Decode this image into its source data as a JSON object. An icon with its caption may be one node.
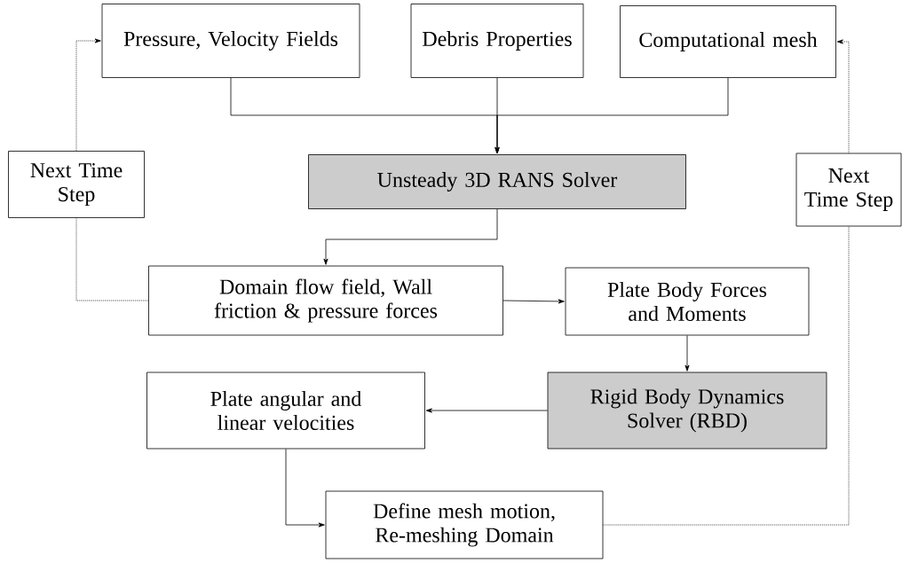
{
  "diagram": {
    "nodes": [
      {
        "text": [
          "Pressure, Velocity Fields"
        ]
      },
      {
        "text": [
          "Debris Properties"
        ]
      },
      {
        "text": [
          "Computational mesh"
        ]
      },
      {
        "text": [
          "Next Time Step"
        ]
      },
      {
        "text": [
          "Unsteady 3D RANS Solver"
        ]
      },
      {
        "text": [
          "Next Time Step"
        ]
      },
      {
        "text": [
          "Domain flow field, Wall friction & pressure forces"
        ]
      },
      {
        "text": [
          "Plate Body Forces and Moments"
        ]
      },
      {
        "text": [
          "Plate angular and linear velocities"
        ]
      },
      {
        "text": [
          "Rigid Body Dynamics Solver (RBD)"
        ]
      },
      {
        "text": [
          "Define mesh motion, Re-meshing Domain"
        ]
      }
    ],
    "edges": [
      {
        "from": 0,
        "to": 4,
        "arrow": "to"
      },
      {
        "from": 1,
        "to": 4,
        "arrow": "to"
      },
      {
        "from": 2,
        "to": 4,
        "arrow": "to"
      },
      {
        "from": 4,
        "to": 6,
        "arrow": "to"
      },
      {
        "from": 6,
        "to": 7,
        "arrow": "to"
      },
      {
        "from": 7,
        "to": 9,
        "arrow": "to"
      },
      {
        "from": 9,
        "to": 8,
        "arrow": "to"
      },
      {
        "from": 8,
        "to": 10,
        "arrow": "to"
      },
      {
        "from": 6,
        "to": 3,
        "arrow": "none",
        "style": "dashed"
      },
      {
        "from": 3,
        "to": 0,
        "arrow": "to",
        "style": "dashed"
      },
      {
        "from": 10,
        "to": 5,
        "arrow": "none",
        "style": "dashed"
      },
      {
        "from": 5,
        "to": 2,
        "arrow": "to",
        "style": "dashed"
      }
    ]
  }
}
